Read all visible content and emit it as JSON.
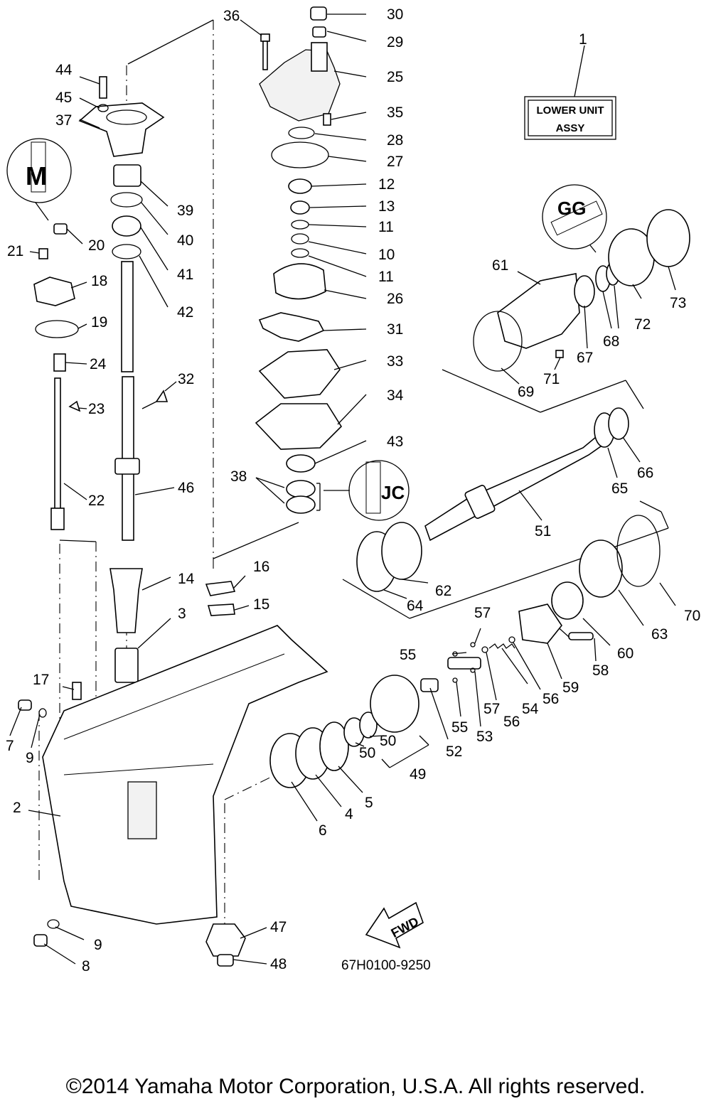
{
  "diagram": {
    "part_numbers": [
      "1",
      "2",
      "3",
      "4",
      "5",
      "6",
      "7",
      "8",
      "9",
      "9",
      "10",
      "11",
      "11",
      "12",
      "13",
      "14",
      "15",
      "16",
      "17",
      "18",
      "19",
      "20",
      "21",
      "22",
      "23",
      "24",
      "25",
      "26",
      "27",
      "28",
      "29",
      "30",
      "31",
      "32",
      "33",
      "34",
      "35",
      "36",
      "37",
      "38",
      "39",
      "40",
      "41",
      "42",
      "43",
      "44",
      "45",
      "46",
      "47",
      "48",
      "49",
      "50",
      "50",
      "51",
      "52",
      "53",
      "54",
      "55",
      "55",
      "56",
      "56",
      "57",
      "57",
      "58",
      "59",
      "60",
      "61",
      "62",
      "63",
      "64",
      "65",
      "66",
      "67",
      "68",
      "69",
      "70",
      "71",
      "72",
      "73"
    ],
    "assy_box": {
      "line1": "LOWER UNIT",
      "line2": "ASSY"
    },
    "symbols": {
      "grease_m": "M",
      "grease_gg": "GG",
      "grease_jc": "JC"
    },
    "fwd_label": "FWD",
    "drawing_code": "67H0100-9250"
  },
  "footer": {
    "copyright": "©2014 Yamaha Motor Corporation, U.S.A. All rights reserved."
  }
}
